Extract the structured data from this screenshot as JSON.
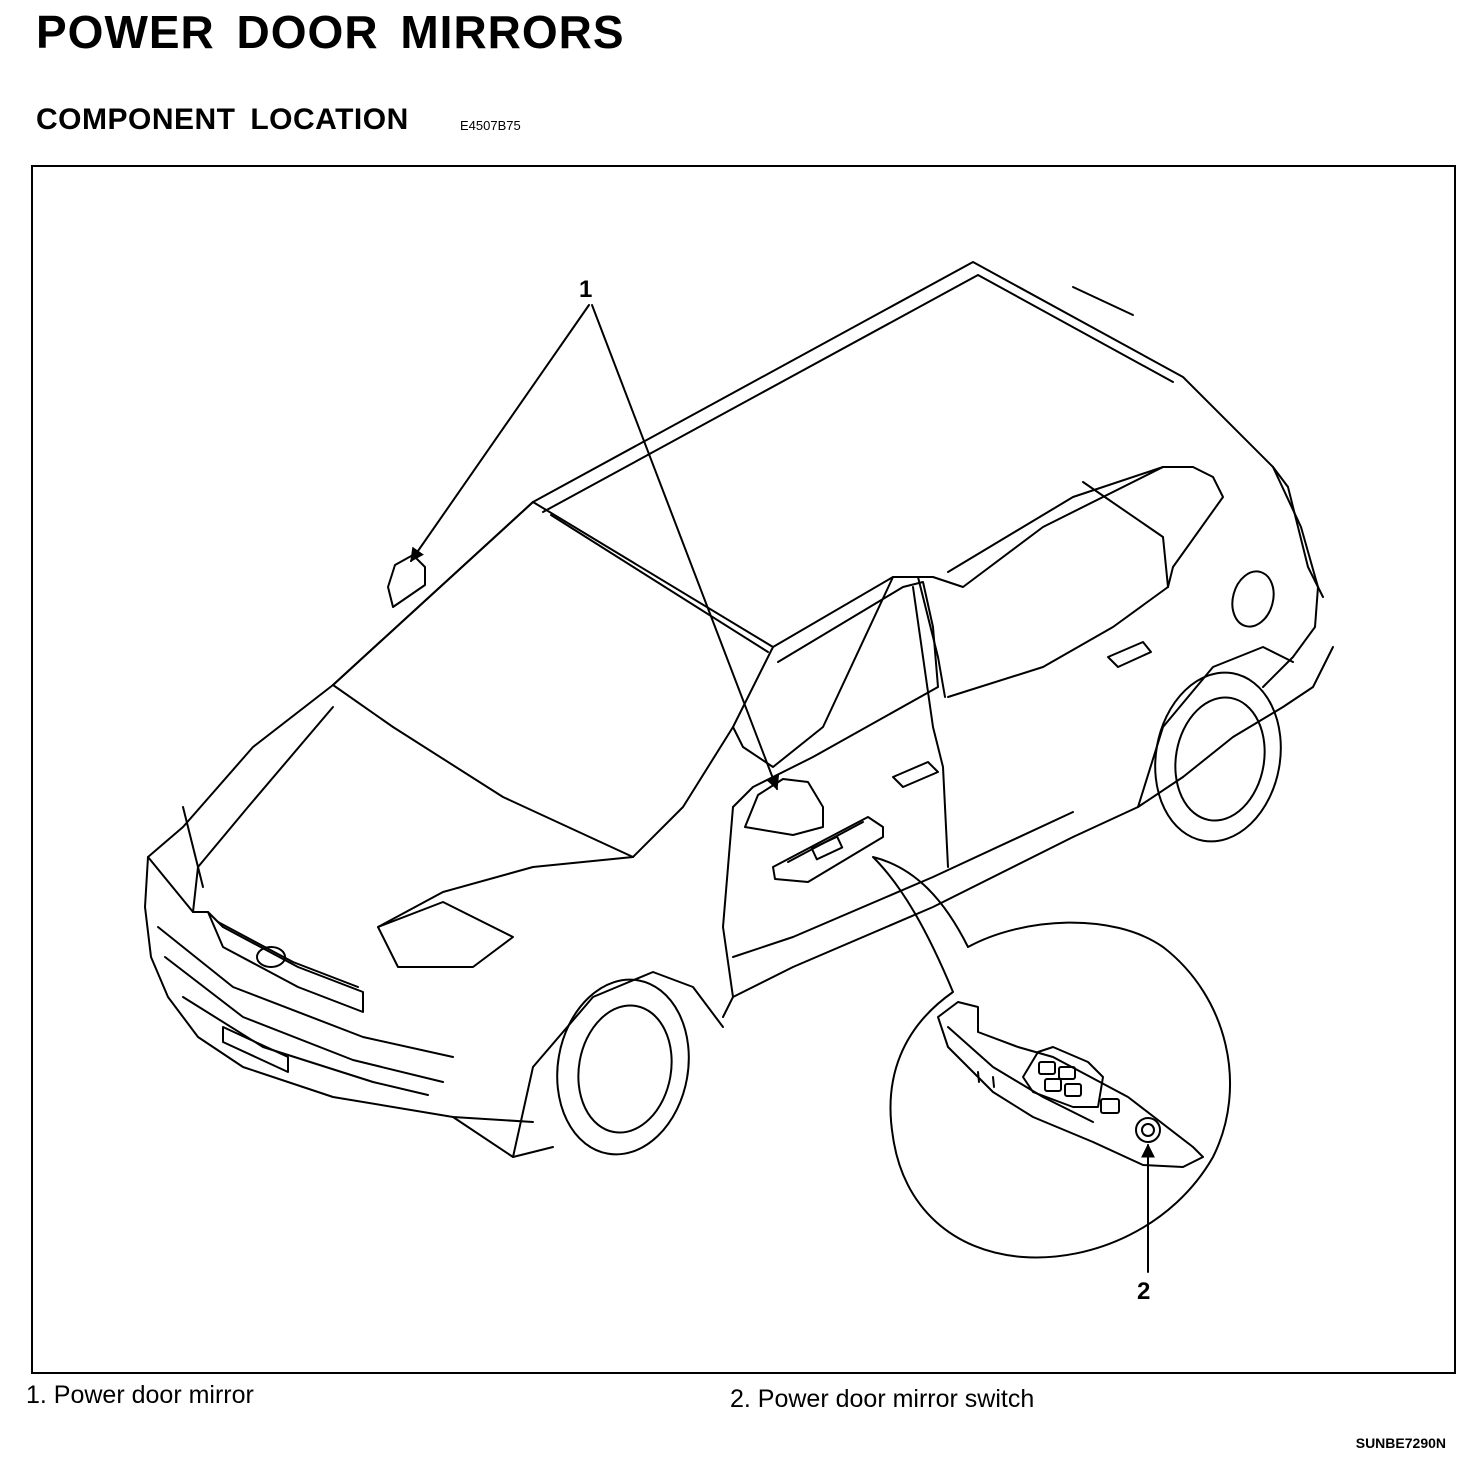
{
  "header": {
    "title": "POWER DOOR MIRRORS",
    "section": "COMPONENT LOCATION",
    "section_code": "E4507B75"
  },
  "diagram": {
    "callouts": [
      "1",
      "2"
    ]
  },
  "legend": {
    "items": [
      "1. Power door mirror",
      "2. Power door mirror switch"
    ]
  },
  "figure_code": "SUNBE7290N"
}
